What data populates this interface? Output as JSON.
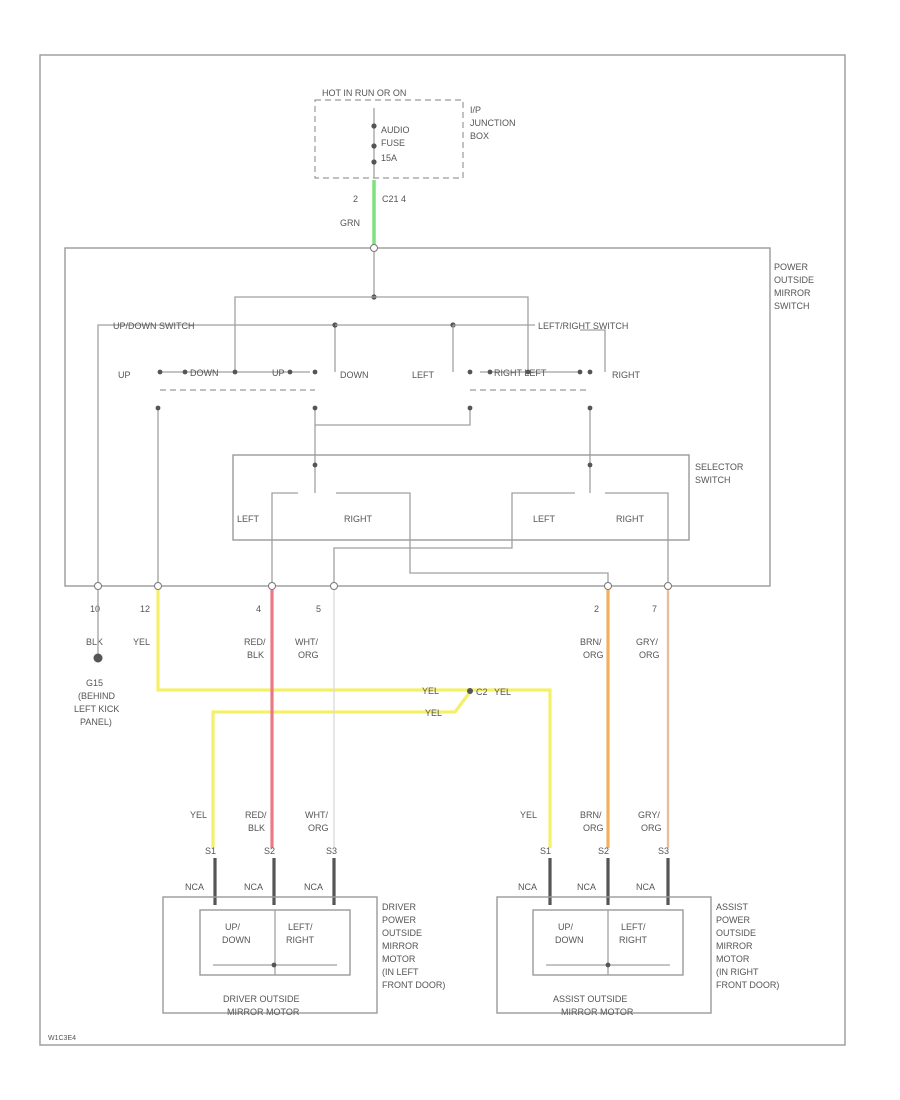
{
  "fuse_box": {
    "hot_label": "HOT IN RUN OR ON",
    "fuse_label_1": "AUDIO",
    "fuse_label_2": "FUSE",
    "fuse_rating": "15A",
    "box_label_1": "I/P",
    "box_label_2": "JUNCTION",
    "box_label_3": "BOX",
    "pin": "2",
    "connector": "C21 4",
    "wire_color": "GRN"
  },
  "switch": {
    "label_1": "POWER",
    "label_2": "OUTSIDE",
    "label_3": "MIRROR",
    "label_4": "SWITCH",
    "updown_label": "UP/DOWN SWITCH",
    "leftright_label": "LEFT/RIGHT SWITCH",
    "pos_up": "UP",
    "pos_down": "DOWN",
    "pos_up2": "UP",
    "pos_down2": "DOWN",
    "pos_left": "LEFT",
    "pos_right": "RIGHT",
    "pos_left2": "RIGHT LEFT",
    "pos_right2": "RIGHT"
  },
  "select": {
    "label_1": "SELECTOR",
    "label_2": "SWITCH",
    "left_a": "LEFT",
    "right_a": "RIGHT",
    "left_b": "LEFT",
    "right_b": "RIGHT"
  },
  "pins": [
    {
      "pin": "10",
      "wire": "BLK",
      "wire2": ""
    },
    {
      "pin": "12",
      "wire": "YEL",
      "wire2": ""
    },
    {
      "pin": "4",
      "wire": "RED/",
      "wire2": "BLK"
    },
    {
      "pin": "5",
      "wire": "WHT/",
      "wire2": "ORG"
    },
    {
      "pin": "2",
      "wire": "BRN/",
      "wire2": "ORG"
    },
    {
      "pin": "7",
      "wire": "GRY/",
      "wire2": "ORG"
    }
  ],
  "ground": {
    "name": "G15",
    "line_1": "(BEHIND",
    "line_2": "LEFT KICK",
    "line_3": "PANEL)"
  },
  "splice": {
    "name": "C2",
    "wire_a": "YEL",
    "wire_b": "YEL",
    "wire_c": "YEL"
  },
  "driver_mirror": {
    "wires": [
      "YEL",
      "RED/",
      "WHT/"
    ],
    "wires2": [
      "",
      "BLK",
      "ORG"
    ],
    "pins": [
      "S1",
      "S2",
      "S3"
    ],
    "neg": [
      "NCA",
      "NCA",
      "NCA"
    ],
    "motor_a_1": "UP/",
    "motor_a_2": "DOWN",
    "motor_b_1": "LEFT/",
    "motor_b_2": "RIGHT",
    "title_1": "DRIVER OUTSIDE",
    "title_2": "MIRROR MOTOR",
    "side_1": "DRIVER",
    "side_2": "POWER",
    "side_3": "OUTSIDE",
    "side_4": "MIRROR",
    "side_5": "MOTOR",
    "side_6": "(IN LEFT",
    "side_7": "FRONT DOOR)"
  },
  "passenger_mirror": {
    "wires": [
      "YEL",
      "BRN/",
      "GRY/"
    ],
    "wires2": [
      "",
      "ORG",
      "ORG"
    ],
    "pins": [
      "S1",
      "S2",
      "S3"
    ],
    "neg": [
      "NCA",
      "NCA",
      "NCA"
    ],
    "motor_a_1": "UP/",
    "motor_a_2": "DOWN",
    "motor_b_1": "LEFT/",
    "motor_b_2": "RIGHT",
    "title_1": "ASSIST OUTSIDE",
    "title_2": "MIRROR MOTOR",
    "side_1": "ASSIST",
    "side_2": "POWER",
    "side_3": "OUTSIDE",
    "side_4": "MIRROR",
    "side_5": "MOTOR",
    "side_6": "(IN RIGHT",
    "side_7": "FRONT DOOR)"
  },
  "footer_code": "W1C3E4",
  "colors": {
    "green": "#7ee07e",
    "yellow": "#f5f06a",
    "red": "#e87a85",
    "orange": "#f0b060",
    "tan": "#e8bea0",
    "white_wire": "#dddddd"
  }
}
